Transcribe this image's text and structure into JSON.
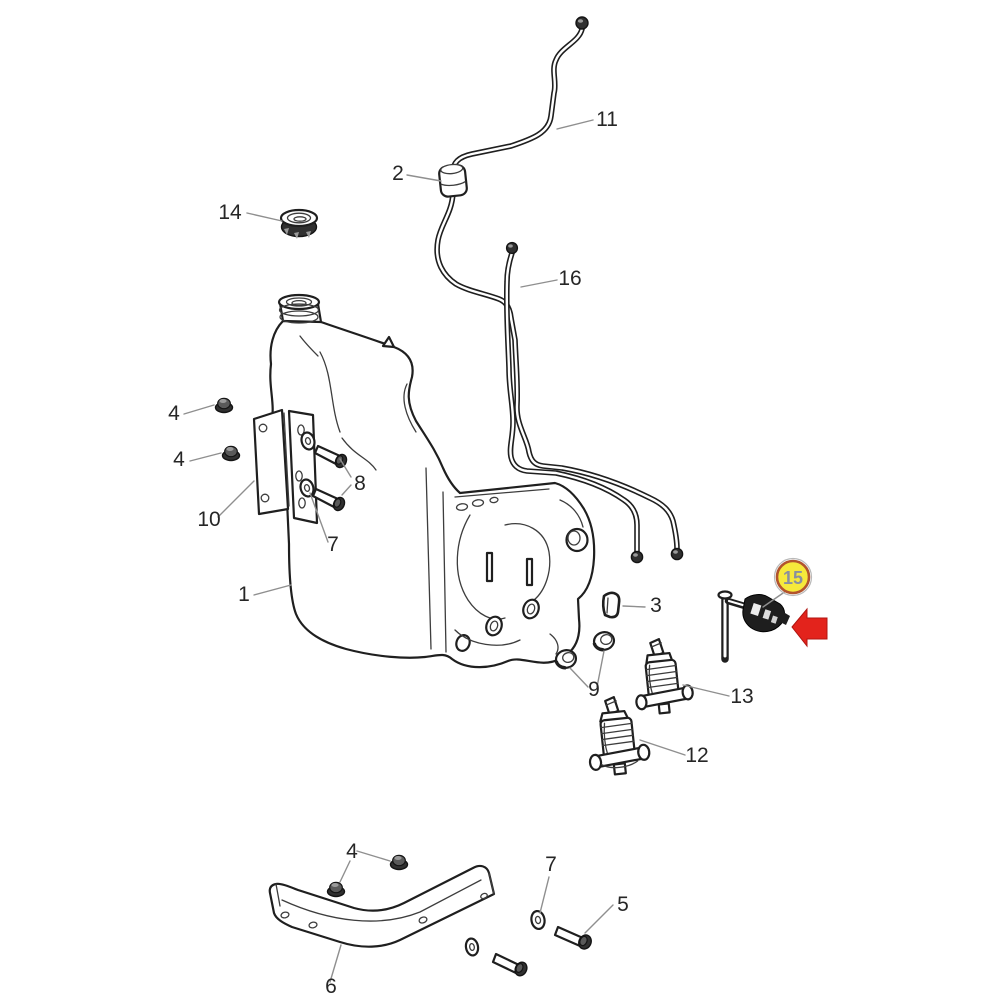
{
  "diagram": {
    "type": "exploded-parts-diagram",
    "subject": "Windshield washer fluid reservoir, hoses, pumps and mounting hardware",
    "background_color": "#ffffff",
    "line_color": "#1f1f1f",
    "leader_color": "#8f8f8f",
    "highlight": {
      "label": "15",
      "circle_fill": "#f6e93b",
      "circle_ring": "#b2542d",
      "text_color": "#8a8fa0",
      "arrow_color": "#e3231c",
      "arrow_direction": "left"
    },
    "callouts": [
      {
        "text": "14",
        "part": "reservoir-filler-cap"
      },
      {
        "text": "2",
        "part": "hose-grommet"
      },
      {
        "text": "11",
        "part": "washer-hose-upper"
      },
      {
        "text": "16",
        "part": "washer-hose-pair"
      },
      {
        "text": "4",
        "part": "mounting-nut-upper-a"
      },
      {
        "text": "4",
        "part": "mounting-nut-upper-b"
      },
      {
        "text": "10",
        "part": "side-mounting-bracket"
      },
      {
        "text": "8",
        "part": "bracket-bolts"
      },
      {
        "text": "7",
        "part": "washer-upper"
      },
      {
        "text": "1",
        "part": "washer-fluid-reservoir"
      },
      {
        "text": "3",
        "part": "retaining-clip"
      },
      {
        "text": "15",
        "part": "fluid-level-sensor",
        "highlighted": true
      },
      {
        "text": "9",
        "part": "pump-grommets"
      },
      {
        "text": "13",
        "part": "washer-pump-rear"
      },
      {
        "text": "12",
        "part": "washer-pump-front"
      },
      {
        "text": "4",
        "part": "lower-bracket-nuts"
      },
      {
        "text": "7",
        "part": "washer-lower"
      },
      {
        "text": "5",
        "part": "mounting-bolt-lower"
      },
      {
        "text": "6",
        "part": "lower-mounting-bracket"
      }
    ]
  }
}
